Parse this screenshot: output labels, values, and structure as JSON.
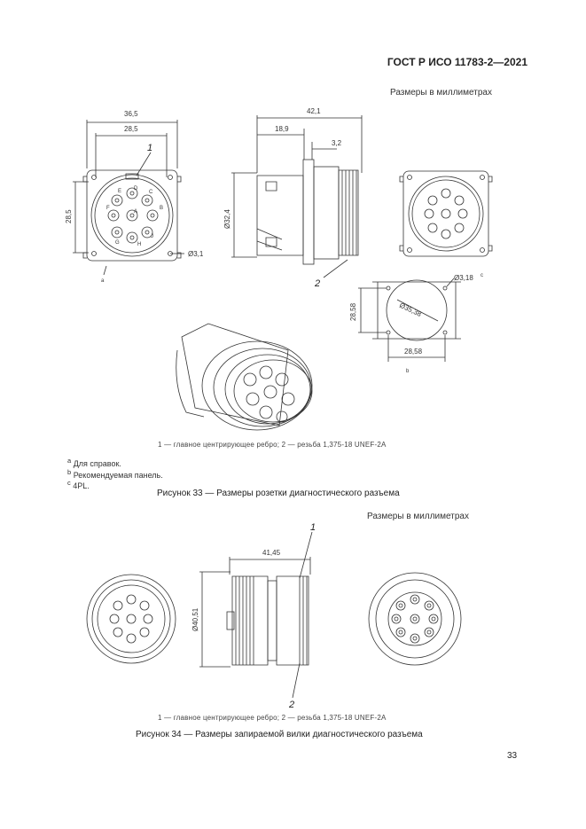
{
  "header": {
    "standard": "ГОСТ Р ИСО 11783-2—2021"
  },
  "figure33": {
    "units": "Размеры в миллиметрах",
    "dims": {
      "w_outer": "36,5",
      "w_inner": "28,5",
      "h_left": "28,5",
      "hole": "Ø3,1",
      "len_total": "42,1",
      "len_part": "18,9",
      "len_small": "3,2",
      "dia": "Ø32,4",
      "panel_hole": "Ø3,18",
      "panel_hole_sup": "c",
      "panel_h": "28,58",
      "panel_dia": "Ø35,38",
      "panel_w": "28,58"
    },
    "labels": {
      "one": "1",
      "two": "2",
      "note_a": "a",
      "note_b": "b"
    },
    "pins": [
      "A",
      "B",
      "C",
      "D",
      "E",
      "F",
      "G",
      "H",
      "J"
    ],
    "legend": "1 — главное центрирующее ребро; 2 — резьба 1,375-18 UNEF-2A",
    "notes": [
      {
        "sup": "a",
        "text": "Для справок."
      },
      {
        "sup": "b",
        "text": "Рекомендуемая панель."
      },
      {
        "sup": "c",
        "text": "4PL."
      }
    ],
    "title": "Рисунок 33 — Размеры розетки диагностического разъема"
  },
  "figure34": {
    "units": "Размеры в миллиметрах",
    "dims": {
      "len": "41,45",
      "dia": "Ø40,51"
    },
    "labels": {
      "one": "1",
      "two": "2"
    },
    "legend": "1 — главное центрирующее ребро; 2 — резьба 1,375-18 UNEF-2A",
    "title": "Рисунок 34 — Размеры запираемой вилки диагностического разъема"
  },
  "footer": {
    "page": "33"
  }
}
